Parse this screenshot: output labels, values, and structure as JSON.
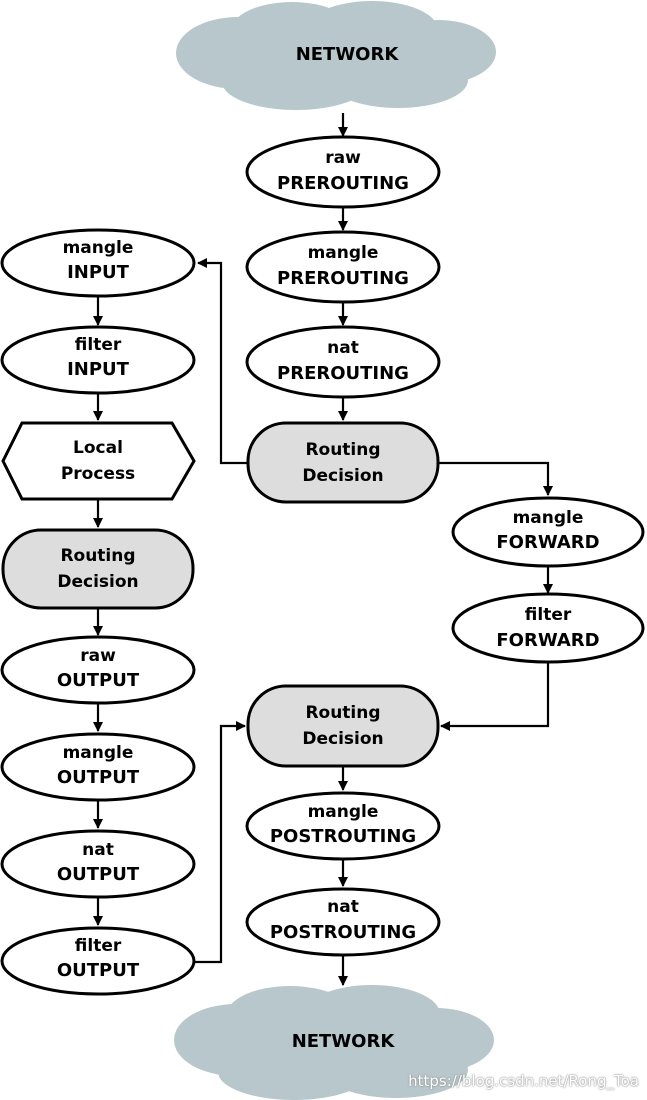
{
  "colors": {
    "cloud_fill": "#b8c7cc",
    "decision_fill": "#dddddd",
    "node_fill": "#ffffff",
    "stroke": "#000000"
  },
  "clouds": {
    "top": {
      "label": "NETWORK"
    },
    "bottom": {
      "label": "NETWORK"
    }
  },
  "nodes": {
    "raw_prerouting": {
      "line1": "raw",
      "line2": "PREROUTING",
      "shape": "ellipse"
    },
    "mangle_prerouting": {
      "line1": "mangle",
      "line2": "PREROUTING",
      "shape": "ellipse"
    },
    "nat_prerouting": {
      "line1": "nat",
      "line2": "PREROUTING",
      "shape": "ellipse"
    },
    "routing_decision_1": {
      "line1": "Routing",
      "line2": "Decision",
      "shape": "rounded-rect"
    },
    "mangle_input": {
      "line1": "mangle",
      "line2": "INPUT",
      "shape": "ellipse"
    },
    "filter_input": {
      "line1": "filter",
      "line2": "INPUT",
      "shape": "ellipse"
    },
    "local_process": {
      "line1": "Local",
      "line2": "Process",
      "shape": "hexagon"
    },
    "routing_decision_2": {
      "line1": "Routing",
      "line2": "Decision",
      "shape": "rounded-rect"
    },
    "raw_output": {
      "line1": "raw",
      "line2": "OUTPUT",
      "shape": "ellipse"
    },
    "mangle_output": {
      "line1": "mangle",
      "line2": "OUTPUT",
      "shape": "ellipse"
    },
    "nat_output": {
      "line1": "nat",
      "line2": "OUTPUT",
      "shape": "ellipse"
    },
    "filter_output": {
      "line1": "filter",
      "line2": "OUTPUT",
      "shape": "ellipse"
    },
    "mangle_forward": {
      "line1": "mangle",
      "line2": "FORWARD",
      "shape": "ellipse"
    },
    "filter_forward": {
      "line1": "filter",
      "line2": "FORWARD",
      "shape": "ellipse"
    },
    "routing_decision_3": {
      "line1": "Routing",
      "line2": "Decision",
      "shape": "rounded-rect"
    },
    "mangle_postrouting": {
      "line1": "mangle",
      "line2": "POSTROUTING",
      "shape": "ellipse"
    },
    "nat_postrouting": {
      "line1": "nat",
      "line2": "POSTROUTING",
      "shape": "ellipse"
    }
  },
  "watermark": "https://blog.csdn.net/Rong_Toa"
}
